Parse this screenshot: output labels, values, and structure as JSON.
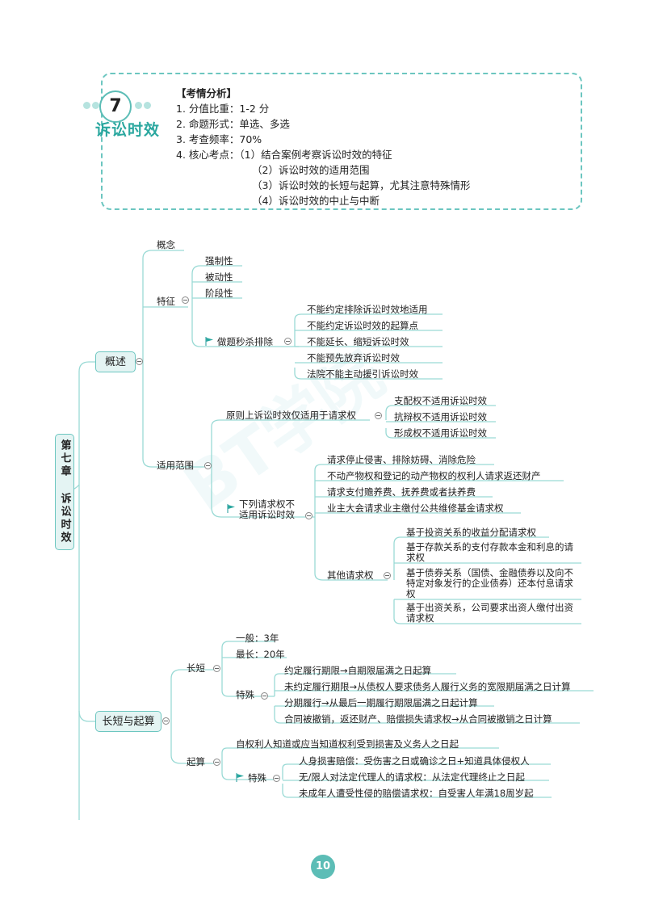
{
  "header": {
    "chapter_number": "7",
    "chapter_title": "诉讼时效",
    "analysis_heading": "【考情分析】",
    "analysis_lines": [
      "1. 分值比重：1-2 分",
      "2. 命题形式：单选、多选",
      "3. 考查频率：70%",
      "4. 核心考点：（1）结合案例考察诉讼时效的特征",
      "（2）诉讼时效的适用范围",
      "（3）诉讼时效的长短与起算，尤其注意特殊情形",
      "（4）诉讼时效的中止与中断"
    ]
  },
  "watermark": "BT学院",
  "mindmap": {
    "root": "第七章 诉讼时效",
    "overview": {
      "label": "概述",
      "concept": "概念",
      "features": {
        "label": "特征",
        "items": [
          "强制性",
          "被动性",
          "阶段性"
        ],
        "quick": {
          "label": "做题秒杀排除",
          "items": [
            "不能约定排除诉讼时效地适用",
            "不能约定诉讼时效的起算点",
            "不能延长、缩短诉讼时效",
            "不能预先放弃诉讼时效",
            "法院不能主动援引诉讼时效"
          ]
        }
      },
      "scope": {
        "label": "适用范围",
        "principle": {
          "label": "原则上诉讼时效仅适用于请求权",
          "items": [
            "支配权不适用诉讼时效",
            "抗辩权不适用诉讼时效",
            "形成权不适用诉讼时效"
          ]
        },
        "exceptions": {
          "label": "下列请求权不适用诉讼时效",
          "items": [
            "请求停止侵害、排除妨碍、消除危险",
            "不动产物权和登记的动产物权的权利人请求返还财产",
            "请求支付赡养费、抚养费或者扶养费",
            "业主大会请求业主缴付公共维修基金请求权"
          ],
          "others": {
            "label": "其他请求权",
            "items": [
              "基于投资关系的收益分配请求权",
              "基于存款关系的支付存款本金和利息的请求权",
              "基于债券关系（国债、金融债券以及向不特定对象发行的企业债券）还本付息请求权",
              "基于出资关系，公司要求出资人缴付出资请求权"
            ]
          }
        }
      }
    },
    "length_start": {
      "label": "长短与起算",
      "length": {
        "label": "长短",
        "general": "一般：3年",
        "longest": "最长：20年",
        "special": {
          "label": "特殊",
          "items": [
            "约定履行期限→自期限届满之日起算",
            "未约定履行期限→从债权人要求债务人履行义务的宽限期届满之日计算",
            "分期履行→从最后一期履行期限届满之日起计算",
            "合同被撤销，返还财产、赔偿损失请求权→从合同被撤销之日计算"
          ]
        }
      },
      "start": {
        "label": "起算",
        "general": "自权利人知道或应当知道权利受到损害及义务人之日起",
        "special": {
          "label": "特殊",
          "items": [
            "人身损害赔偿：受伤害之日或确诊之日+知道具体侵权人",
            "无/限人对法定代理人的请求权：从法定代理终止之日起",
            "未成年人遭受性侵的赔偿请求权：自受害人年满18周岁起"
          ]
        }
      }
    },
    "page_number": "10"
  },
  "colors": {
    "accent": "#5cbdb6",
    "box_fill": "#e4f4f3",
    "line": "#9adad5"
  }
}
